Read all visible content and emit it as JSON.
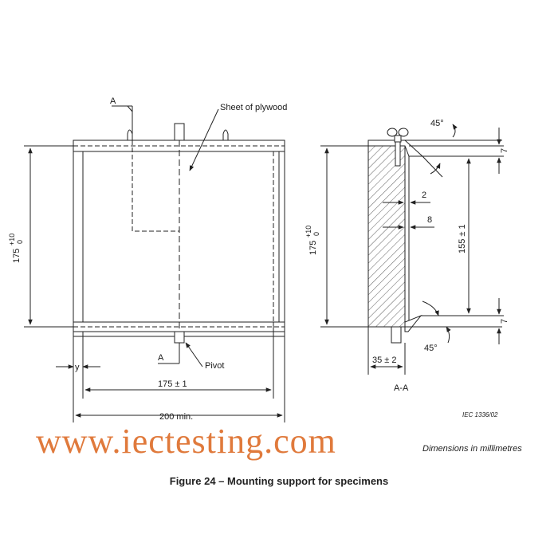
{
  "figure": {
    "caption": "Figure 24 – Mounting support for specimens",
    "units_note": "Dimensions in millimetres",
    "ref_code": "IEC   1336/02",
    "watermark": "www.iectesting.com"
  },
  "front_view": {
    "section_mark_top": "A",
    "section_mark_bottom": "A",
    "plywood_label": "Sheet of plywood",
    "pivot_label": "Pivot",
    "height_dim": "175",
    "height_tol_upper": "+10",
    "height_tol_lower": "0",
    "inner_width_dim": "175 ± 1",
    "outer_width_dim": "200 min.",
    "y_label": "y"
  },
  "section_view": {
    "title": "A-A",
    "height_dim": "175",
    "height_tol_upper": "+10",
    "height_tol_lower": "0",
    "angle_top": "45°",
    "angle_bottom": "45°",
    "dim_7_top": "7",
    "dim_7_bottom": "7",
    "dim_2": "2",
    "dim_8": "8",
    "dim_155": "155 ± 1",
    "width_dim": "35 ± 2"
  }
}
